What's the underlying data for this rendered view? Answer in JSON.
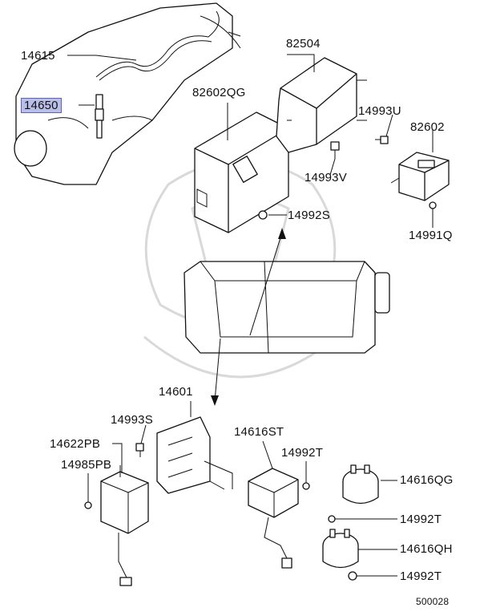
{
  "diagram": {
    "selected_part": "14650",
    "labels": {
      "p14615": "14615",
      "p14650": "14650",
      "p82602QG": "82602QG",
      "p82504": "82504",
      "p14993U": "14993U",
      "p82602": "82602",
      "p14993V": "14993V",
      "p14992S": "14992S",
      "p14991Q": "14991Q",
      "p14601": "14601",
      "p14993S": "14993S",
      "p14622PB": "14622PB",
      "p14985PB": "14985PB",
      "p14616ST": "14616ST",
      "p14992T_a": "14992T",
      "p14616QG": "14616QG",
      "p14992T_b": "14992T",
      "p14616QH": "14616QH",
      "p14992T_c": "14992T",
      "code": "500028"
    }
  }
}
